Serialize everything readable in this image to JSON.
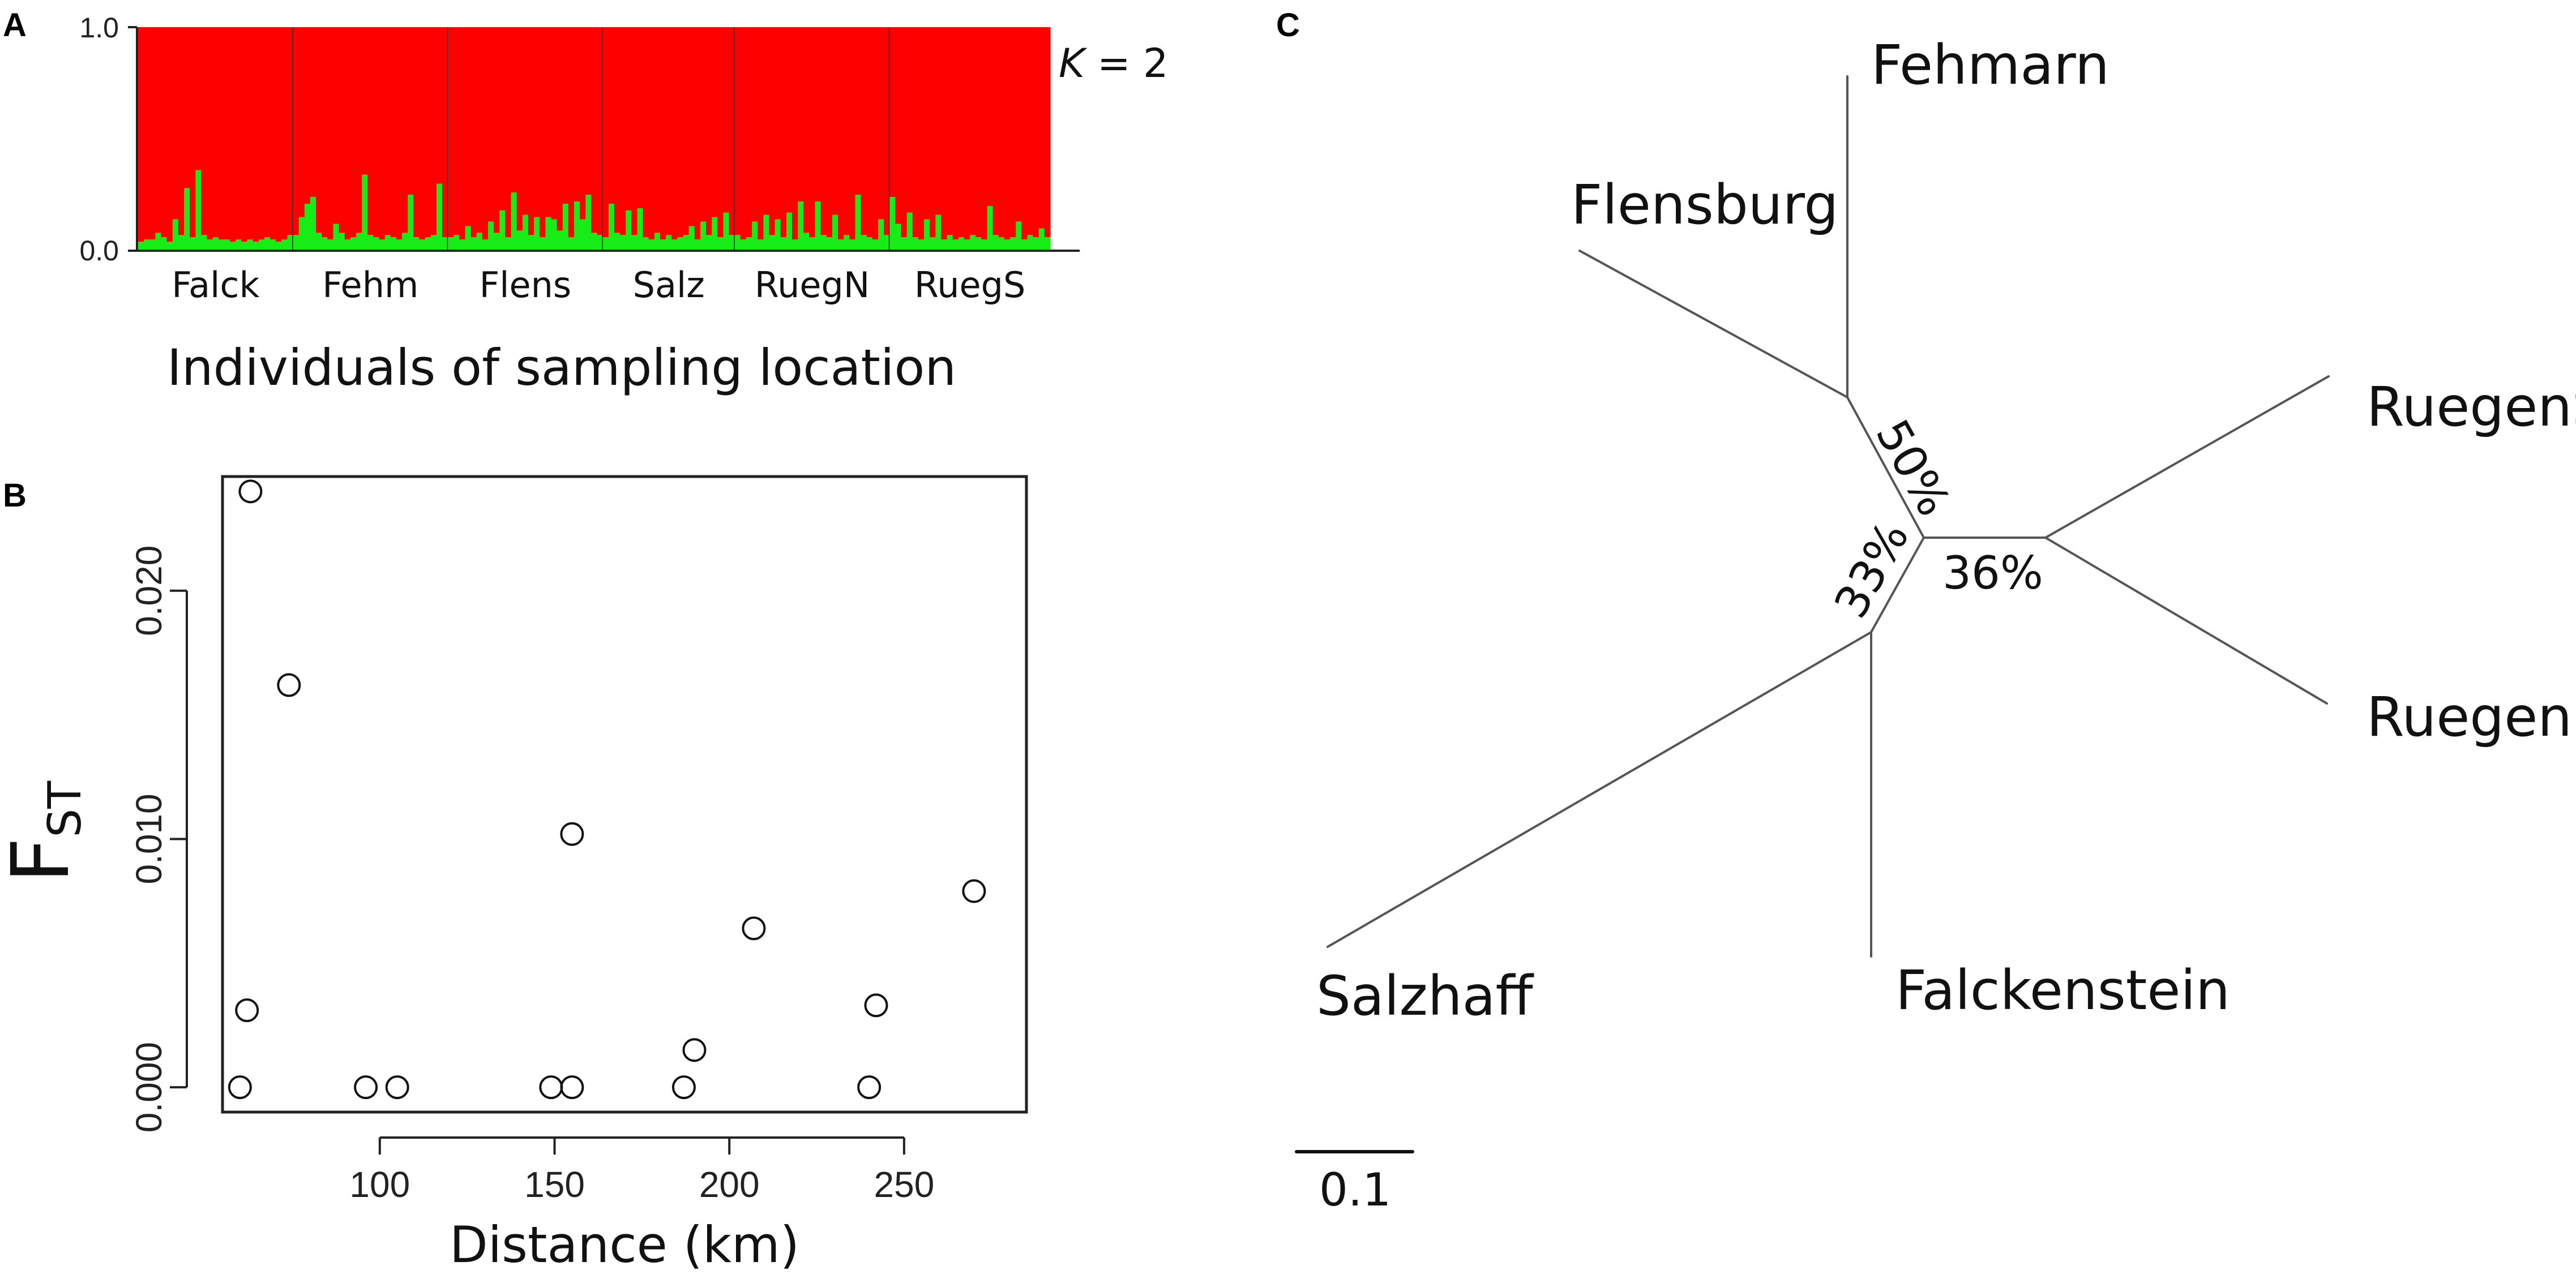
{
  "panels": {
    "A": {
      "letter": "A",
      "k_label_italic": "K",
      "k_label_rest": " = 2",
      "y_ticks": [
        "1.0",
        "0.0"
      ],
      "xlabel": "Individuals of sampling location"
    },
    "B": {
      "letter": "B",
      "ylabel_main": "F",
      "ylabel_sub": "ST"
    },
    "C": {
      "letter": "C",
      "scale_label": "0.1"
    }
  },
  "colors": {
    "red_cluster": "#fe0000",
    "green_cluster": "#17ec17",
    "separator": "#333333",
    "line": "#555555"
  },
  "chart_data": [
    {
      "type": "bar",
      "panel": "A",
      "title": "",
      "xlabel": "Individuals of sampling location",
      "ylabel": "",
      "ylim": [
        0,
        1
      ],
      "stacked": true,
      "groups": [
        {
          "name": "Falck",
          "green": [
            0.04,
            0.05,
            0.05,
            0.08,
            0.06,
            0.04,
            0.14,
            0.07,
            0.28,
            0.06,
            0.36,
            0.07,
            0.05,
            0.06,
            0.05,
            0.05,
            0.04,
            0.05,
            0.04,
            0.05,
            0.04,
            0.05,
            0.06,
            0.05,
            0.04,
            0.05,
            0.07
          ]
        },
        {
          "name": "Fehm",
          "green": [
            0.07,
            0.15,
            0.21,
            0.24,
            0.08,
            0.06,
            0.05,
            0.12,
            0.08,
            0.05,
            0.06,
            0.08,
            0.34,
            0.07,
            0.06,
            0.05,
            0.07,
            0.06,
            0.05,
            0.08,
            0.25,
            0.06,
            0.05,
            0.06,
            0.07,
            0.3,
            0.06
          ]
        },
        {
          "name": "Flens",
          "green": [
            0.06,
            0.07,
            0.05,
            0.11,
            0.06,
            0.08,
            0.05,
            0.13,
            0.08,
            0.18,
            0.06,
            0.26,
            0.09,
            0.16,
            0.07,
            0.15,
            0.06,
            0.15,
            0.14,
            0.09,
            0.21,
            0.06,
            0.22,
            0.14,
            0.25,
            0.08,
            0.07
          ]
        },
        {
          "name": "Salz",
          "green": [
            0.06,
            0.21,
            0.08,
            0.07,
            0.18,
            0.07,
            0.19,
            0.06,
            0.05,
            0.08,
            0.05,
            0.07,
            0.05,
            0.06,
            0.07,
            0.11,
            0.05,
            0.13,
            0.07,
            0.15,
            0.06,
            0.17,
            0.07
          ]
        },
        {
          "name": "RuegN",
          "green": [
            0.07,
            0.05,
            0.06,
            0.13,
            0.05,
            0.16,
            0.07,
            0.14,
            0.06,
            0.17,
            0.05,
            0.22,
            0.08,
            0.06,
            0.22,
            0.07,
            0.06,
            0.16,
            0.05,
            0.07,
            0.05,
            0.25,
            0.07,
            0.06,
            0.05,
            0.14,
            0.07
          ]
        },
        {
          "name": "RuegS",
          "green": [
            0.24,
            0.12,
            0.06,
            0.17,
            0.06,
            0.05,
            0.14,
            0.06,
            0.16,
            0.05,
            0.07,
            0.05,
            0.06,
            0.05,
            0.07,
            0.06,
            0.05,
            0.2,
            0.07,
            0.06,
            0.05,
            0.06,
            0.13,
            0.05,
            0.07,
            0.06,
            0.1,
            0.06
          ]
        }
      ]
    },
    {
      "type": "scatter",
      "panel": "B",
      "title": "",
      "xlabel": "Distance (km)",
      "ylabel": "FST",
      "xlim": [
        55,
        285
      ],
      "ylim": [
        -0.001,
        0.0246
      ],
      "x_ticks": [
        100,
        150,
        200,
        250
      ],
      "y_ticks": [
        0.0,
        0.01,
        0.02
      ],
      "y_tick_labels": [
        "0.000",
        "0.010",
        "0.020"
      ],
      "points": [
        {
          "x": 63,
          "y": 0.024
        },
        {
          "x": 74,
          "y": 0.0162
        },
        {
          "x": 155,
          "y": 0.0102
        },
        {
          "x": 270,
          "y": 0.0079
        },
        {
          "x": 207,
          "y": 0.0064
        },
        {
          "x": 242,
          "y": 0.0033
        },
        {
          "x": 62,
          "y": 0.0031
        },
        {
          "x": 190,
          "y": 0.0015
        },
        {
          "x": 60,
          "y": 0.0
        },
        {
          "x": 96,
          "y": 0.0
        },
        {
          "x": 105,
          "y": 0.0
        },
        {
          "x": 149,
          "y": 0.0
        },
        {
          "x": 155,
          "y": 0.0
        },
        {
          "x": 187,
          "y": 0.0
        },
        {
          "x": 240,
          "y": 0.0
        }
      ]
    },
    {
      "type": "tree",
      "panel": "C",
      "title": "",
      "taxa": [
        "Fehmarn",
        "Flensburg",
        "RuegenS",
        "RuegenN",
        "Salzhaff",
        "Falckenstein"
      ],
      "support_values": [
        "50%",
        "33%",
        "36%"
      ],
      "scale_bar": "0.1"
    }
  ]
}
